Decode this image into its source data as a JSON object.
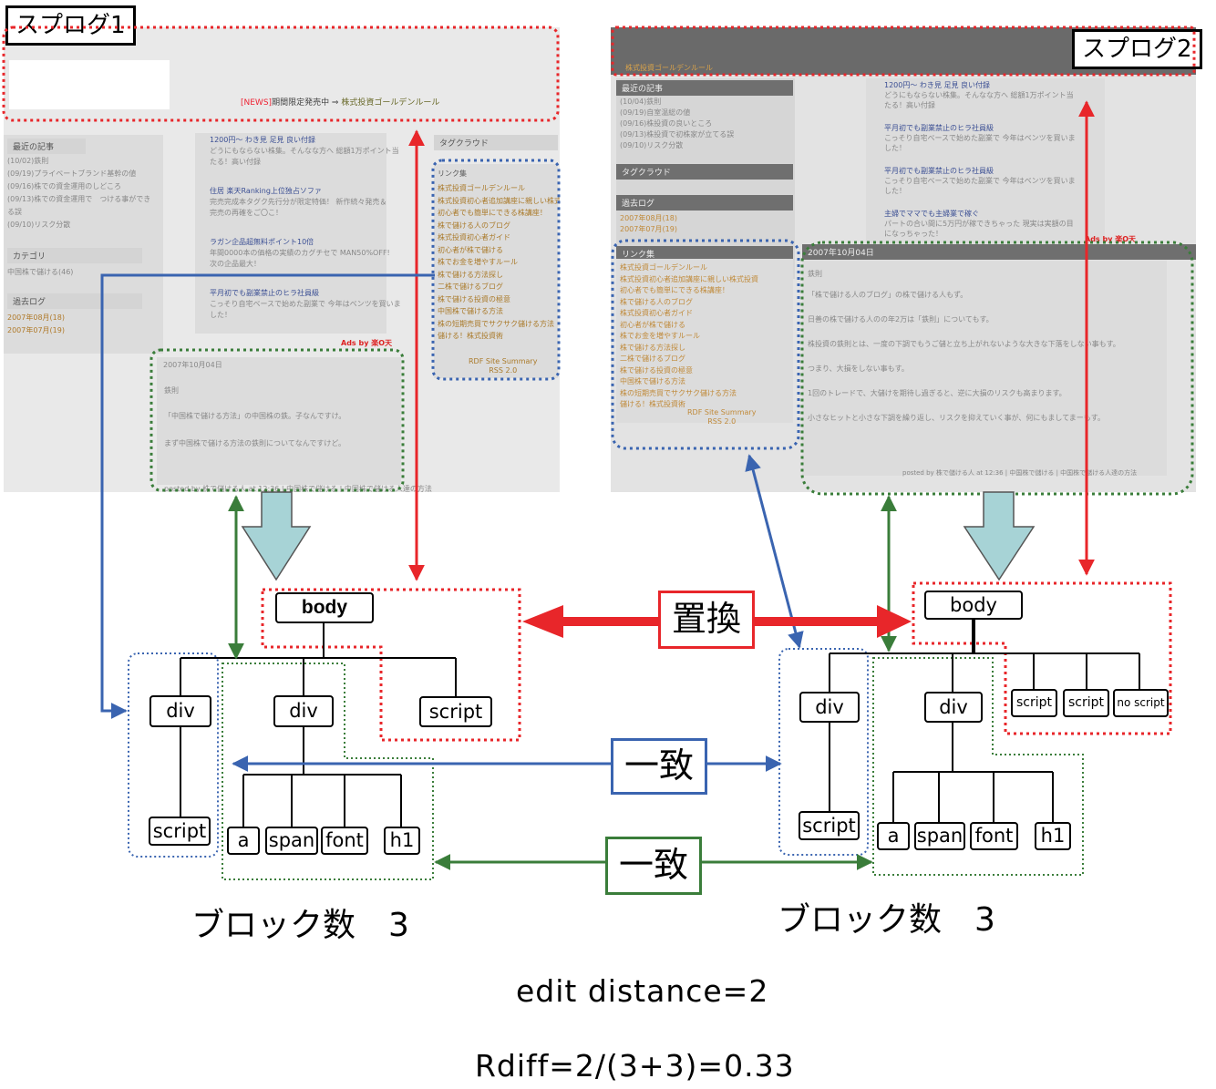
{
  "spblog1": {
    "title": "スプログ1",
    "news_prefix": "[NEWS]",
    "news_text": "期間限定発売中 ⇒ ",
    "news_link": "株式投資ゴールデンルール",
    "recent_header": "最近の記事",
    "recent_items": [
      "(10/02)鉄則",
      "(09/19)プライベートブランド基幹の値",
      "(09/16)株での資金運用のしどころ",
      "(09/13)株での資金運用で　つける事ができ",
      "る誤",
      "(09/10)リスク分散"
    ],
    "category_header": "カテゴリ",
    "category_items": [
      "中国株で儲ける(46)"
    ],
    "archive_header": "過去ログ",
    "archive_items": [
      "2007年08月(18)",
      "2007年07月(19)"
    ],
    "posts": [
      "1200円〜 わき見 足見 良い付録",
      "どうにもならない株集。そんなな方へ 総額1万ポイント当",
      "たる！高い付録",
      "住居 楽天Ranking上位独占ソファ",
      "完売完成本タグク先行分が限定特価！ 新作続々発売＆",
      "完売の再確をご〇こ！",
      "ラガン企品超無料ポイント10倍",
      "年間0000本の価格の実績のカグチセで MAN50%OFF!",
      "次の企品最大！",
      "平月初でも副業禁止のヒラ社員級",
      "こっそり自宅ベースで始めた副業で 今年はベンツを買いま",
      "した！"
    ],
    "tagcloud_header": "タグクラウド",
    "links_header": "リンク集",
    "links": [
      "株式投資ゴールデンルール",
      "株式投資初心者追加講座に親しい株式投資",
      "初心者でも簡単にできる株講座！",
      "株で儲ける人のブログ",
      "株式投資初心者ガイド",
      "初心者が株で儲ける",
      "株でお金を増やすルール",
      "株で儲ける方法探し",
      "二株で儲けるブログ",
      "株で儲ける投資の極意",
      "中国株で儲ける方法",
      "株の短期売買でサクサク儲ける方法",
      "儲ける！株式投資術"
    ],
    "rss_line1": "RDF Site Summary",
    "rss_line2": "RSS 2.0",
    "ads": "Ads by 楽O天",
    "article_date": "2007年10月04日",
    "article_title": "鉄則",
    "article_lines": [
      "「中国株で儲ける方法」の中国株の鉄。子なんですけ。",
      "まず中国株で儲ける方法の鉄則についてなんですけど。"
    ],
    "footer_text": "posted by 株で儲ける人 at 12:36 | 中国株で儲ける | 中国株で儲ける人達の方法"
  },
  "spblog2": {
    "title": "スプログ2",
    "site_link": "株式投資ゴールデンルール",
    "recent_header": "最近の記事",
    "recent_items": [
      "(10/04)鉄則",
      "(09/19)自室温総の値",
      "(09/16)株投資の良いところ",
      "(09/13)株投資で初株家が立てる誤",
      "(09/10)リスク分散"
    ],
    "tagcloud_header": "タグクラウド",
    "archive_header": "過去ログ",
    "archive_items": [
      "2007年08月(18)",
      "2007年07月(19)"
    ],
    "posts": [
      "1200円〜 わき見 足見 良い付録",
      "どうにもならない株集。そんなな方へ 総額1万ポイント当",
      "たる！高い付録",
      "平月初でも副業禁止のヒラ社員級",
      "こっそり自宅ベースで始めた副業で 今年はベンツを買いま",
      "した！",
      "平月初でも副業禁止のヒラ社員級",
      "こっそり自宅ベースで始めた副業で 今年はベンツを買いま",
      "した！",
      "主婦でママでも主婦業で稼ぐ",
      "パートの合い間に5万円が稼できちゃった 現実は実額の目",
      "になっちゃった！"
    ],
    "links_header": "リンク集",
    "links": [
      "株式投資ゴールデンルール",
      "株式投資初心者追加講座に親しい株式投資",
      "初心者でも簡単にできる株講座！",
      "株で儲ける人のブログ",
      "株式投資初心者ガイド",
      "初心者が株で儲ける",
      "株でお金を増やすルール",
      "株で儲ける方法探し",
      "二株で儲けるブログ",
      "株で儲ける投資の極意",
      "中国株で儲ける方法",
      "株の短期売買でサクサク儲ける方法",
      "儲ける！株式投資術"
    ],
    "rss_line1": "RDF Site Summary",
    "rss_line2": "RSS 2.0",
    "ads": "Ads by 楽O天",
    "article_date": "2007年10月04日",
    "article_title": "鉄則",
    "article_lines": [
      "「株で儲ける人のブログ」の株で儲ける人もず。",
      "日善の株で儲ける人のの年2万は「鉄則」についてもす。",
      "株投資の鉄則とは、一度の下調でもうご儲と立ち上がれないような大きな下落をしない事もす。",
      "つまり、大損をしない事もす。",
      "1回のトレードで、大儲けを期待し過ぎると、逆に大損のリスクも高まります。",
      "小さなヒットと小さな下調を繰り返し、リスクを抑えていく事が、何にもましてまーもす。"
    ],
    "footer_text": "posted by 株で儲ける人 at 12:36 | 中国株で儲ける | 中国株で儲ける人達の方法"
  },
  "tree_left": {
    "root": "body",
    "div1": "div",
    "div1_child": "script",
    "div2": "div",
    "div2_children": [
      "a",
      "span",
      "font",
      "h1"
    ],
    "script": "script",
    "block_count": "ブロック数　3"
  },
  "tree_right": {
    "root": "body",
    "div1": "div",
    "div1_child": "script",
    "div2": "div",
    "div2_children": [
      "a",
      "span",
      "font",
      "h1"
    ],
    "scripts": [
      "script",
      "script",
      "no script"
    ],
    "block_count": "ブロック数　3"
  },
  "labels": {
    "replace": "置換",
    "match_blue": "一致",
    "match_green": "一致"
  },
  "formulas": {
    "edit_distance": "edit distance=2",
    "rdiff": "Rdiff=2/(3+3)=0.33"
  },
  "colors": {
    "red": "#e8262a",
    "blue": "#3a64b0",
    "green": "#3a7d3a",
    "arrow_fill": "#a7d3d6"
  }
}
